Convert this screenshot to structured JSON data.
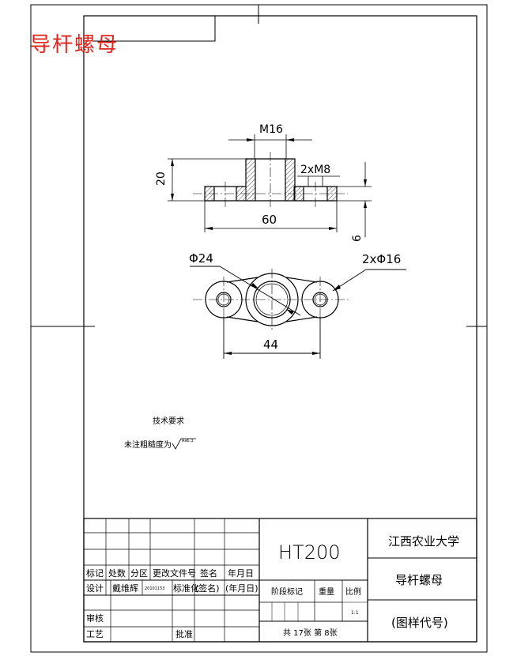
{
  "header": {
    "red_title": "导杆螺母"
  },
  "dimensions": {
    "m16": "M16",
    "two_m8": "2xM8",
    "h20": "20",
    "w60": "60",
    "h6": "6",
    "dia24": "Φ24",
    "two_dia16": "2xΦ16",
    "w44": "44"
  },
  "notes": {
    "title": "技术要求",
    "roughness": "未注粗糙度为",
    "roughness_value": "Ra6.3"
  },
  "title_block": {
    "material": "HT200",
    "university": "江西农业大学",
    "part_name": "导杆螺母",
    "drawing_code": "(图样代号)",
    "labels": {
      "mark": "标记",
      "count": "处数",
      "zone": "分区",
      "change_doc": "更改文件号",
      "signature": "签名",
      "date": "年月日",
      "design": "设计",
      "designer": "戴维辉",
      "design_date": "20101153",
      "standardize": "标准化",
      "sign_name": "(签名)",
      "date_paren": "(年月日)",
      "stage_mark": "阶段标记",
      "weight": "重量",
      "scale": "比例",
      "scale_value": "1:1",
      "review": "审核",
      "process": "工艺",
      "approve": "批准",
      "sheets": "共 17张 第 8张"
    }
  }
}
